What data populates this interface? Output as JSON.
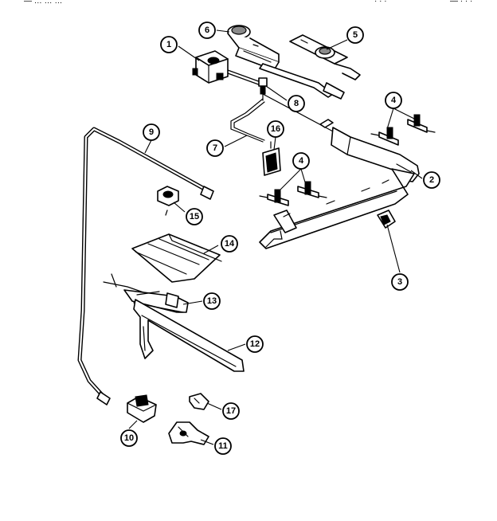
{
  "header_fragments": [
    "— … … …",
    "· · ·",
    "— · · ·"
  ],
  "callouts": [
    {
      "n": "1"
    },
    {
      "n": "2"
    },
    {
      "n": "3"
    },
    {
      "n": "4"
    },
    {
      "n": "4"
    },
    {
      "n": "5"
    },
    {
      "n": "6"
    },
    {
      "n": "7"
    },
    {
      "n": "8"
    },
    {
      "n": "9"
    },
    {
      "n": "10"
    },
    {
      "n": "11"
    },
    {
      "n": "12"
    },
    {
      "n": "13"
    },
    {
      "n": "14"
    },
    {
      "n": "15"
    },
    {
      "n": "16"
    },
    {
      "n": "17"
    }
  ]
}
